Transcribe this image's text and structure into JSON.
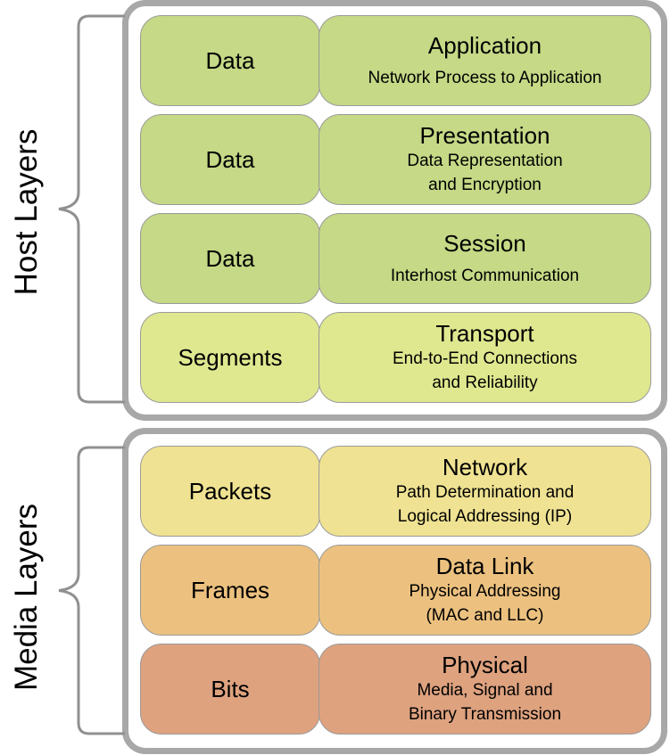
{
  "groups": {
    "host": {
      "label": "Host Layers"
    },
    "media": {
      "label": "Media Layers"
    }
  },
  "colors": {
    "application": "#c5d986",
    "presentation": "#c5d986",
    "session": "#c5d986",
    "transport": "#dfe88f",
    "network": "#efe292",
    "data_link": "#ecc17f",
    "physical": "#dea27f",
    "frame_border": "#a8a8a8",
    "brace": "#909090"
  },
  "layers": [
    {
      "pdu": "Data",
      "name": "Application",
      "desc": "Network Process to Application"
    },
    {
      "pdu": "Data",
      "name": "Presentation",
      "desc": "Data Representation\nand Encryption"
    },
    {
      "pdu": "Data",
      "name": "Session",
      "desc": "Interhost Communication"
    },
    {
      "pdu": "Segments",
      "name": "Transport",
      "desc": "End-to-End Connections\nand Reliability"
    },
    {
      "pdu": "Packets",
      "name": "Network",
      "desc": "Path Determination and\nLogical Addressing (IP)"
    },
    {
      "pdu": "Frames",
      "name": "Data Link",
      "desc": "Physical Addressing\n(MAC and LLC)"
    },
    {
      "pdu": "Bits",
      "name": "Physical",
      "desc": "Media, Signal and\nBinary Transmission"
    }
  ]
}
